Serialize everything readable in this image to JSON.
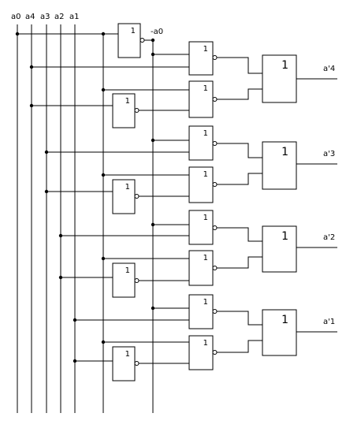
{
  "inputs": [
    "a0",
    "a4",
    "a3",
    "a2",
    "a1"
  ],
  "not_a0_label": "-a0",
  "gate_symbol": "1",
  "outputs": [
    "a'4",
    "a'3",
    "a'2",
    "a'1"
  ]
}
